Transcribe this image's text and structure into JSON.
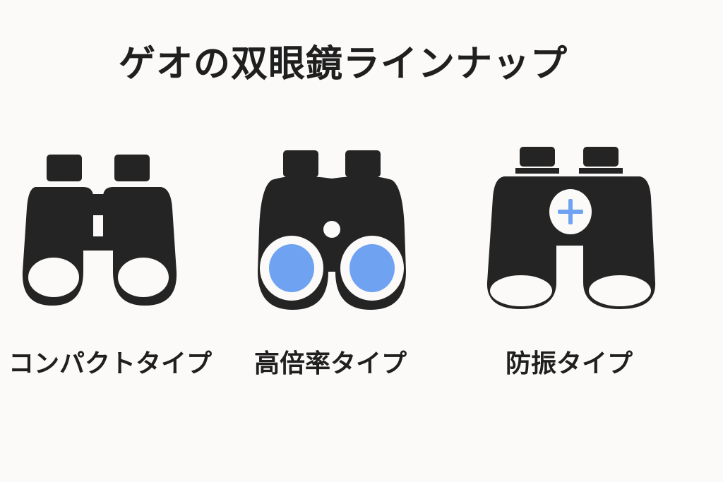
{
  "title": "ゲオの双眼鏡ラインナップ",
  "products": [
    {
      "label": "コンパクトタイプ",
      "icon": "compact-binoculars-icon"
    },
    {
      "label": "高倍率タイプ",
      "icon": "high-magnification-binoculars-icon"
    },
    {
      "label": "防振タイプ",
      "icon": "stabilized-binoculars-icon"
    }
  ],
  "colors": {
    "background": "#fbfaf8",
    "icon": "#242424",
    "lens_accent": "#6fa3f2"
  }
}
